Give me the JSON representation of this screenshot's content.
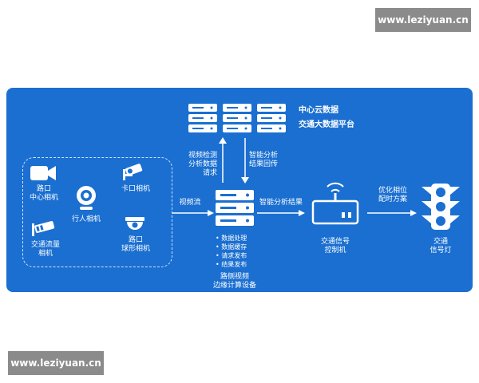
{
  "watermark": {
    "top": "www.leziyuan.cn",
    "bottom": "www.leziyuan.cn"
  },
  "colors": {
    "panel": "#1a6fd1",
    "foreground": "#ffffff",
    "dashed_border": "#cfe3ff"
  },
  "cloud": {
    "title": "中心云数据",
    "subtitle": "交通大数据平台"
  },
  "links": {
    "up": "视频检测\n分析数据\n请求",
    "down": "智能分析\n结果回传",
    "video_stream": "视频流",
    "analysis_result": "智能分析结果",
    "optimize": "优化相位\n配时方案"
  },
  "cameras": {
    "center": "路口\n中心相机",
    "checkpoint": "卡口相机",
    "pedestrian": "行人相机",
    "flow": "交通流量\n相机",
    "dome": "路口\n球形相机"
  },
  "edge": {
    "bullets": [
      "数据处理",
      "数据缓存",
      "请求发布",
      "结果发布"
    ],
    "name": "路侧视频\n边缘计算设备"
  },
  "controller": {
    "name": "交通信号\n控制机"
  },
  "light": {
    "name": "交通\n信号灯"
  },
  "icons": {
    "cloud_server": "server-rack-icon",
    "edge_server": "server-stack-icon",
    "controller": "router-icon",
    "light": "traffic-light-icon",
    "video_camera": "video-camera-icon",
    "checkpoint_camera": "cctv-camera-icon",
    "webcam": "webcam-icon",
    "flow_camera": "bullet-camera-icon",
    "dome_camera": "dome-camera-icon"
  }
}
